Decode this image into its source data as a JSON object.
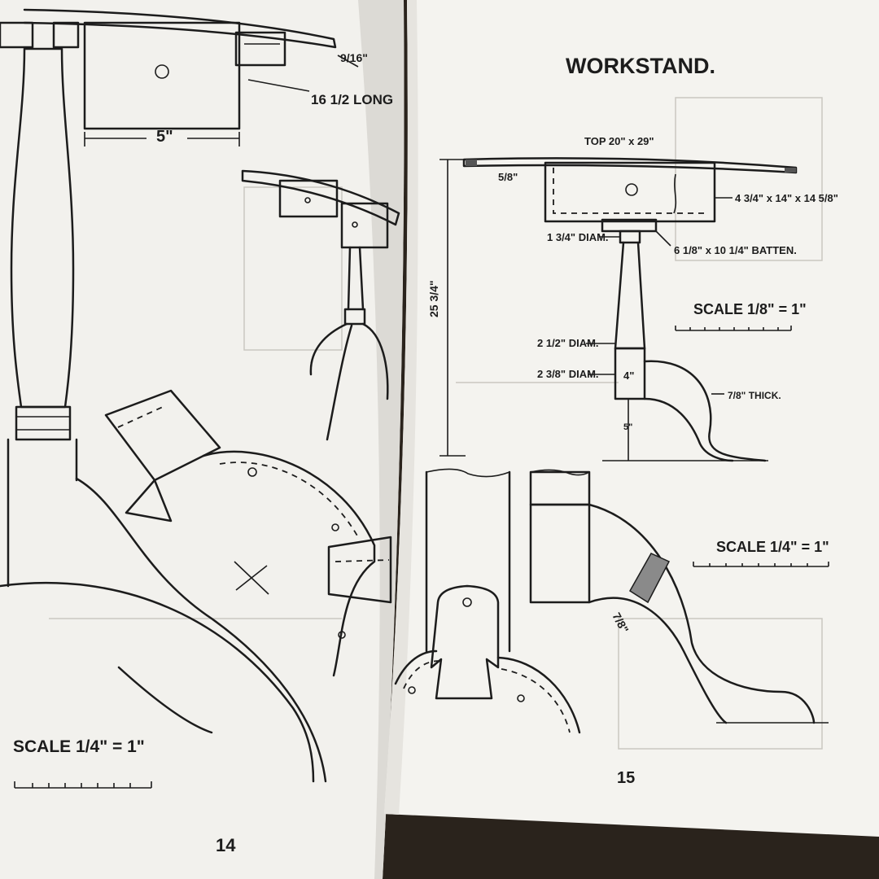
{
  "left_page": {
    "page_number": "14",
    "dim_thickness": "9/16\"",
    "dim_length": "16 1/2 LONG",
    "dim_width": "5\"",
    "scale_label": "SCALE 1/4\" = 1\""
  },
  "right_page": {
    "title": "WORKSTAND.",
    "page_number": "15",
    "top_label": "TOP 20\" x 29\"",
    "top_thickness": "5/8\"",
    "drawer_dims": "4 3/4\" x 14\" x 14 5/8\"",
    "pillar_top_diam": "1 3/4\" DIAM.",
    "batten": "6 1/8\" x 10 1/4\" BATTEN.",
    "height": "25 3/4\"",
    "diam_upper": "2 1/2\" DIAM.",
    "diam_lower": "2 3/8\" DIAM.",
    "foot_block": "4\"",
    "foot_clearance": "5\"",
    "leg_thickness": "7/8\" THICK.",
    "scale_upper": "SCALE 1/8\" = 1\"",
    "scale_lower": "SCALE 1/4\" = 1\"",
    "leg_section": "7/8\""
  },
  "colors": {
    "paper": "#f4f3ef",
    "ink": "#1c1c1c",
    "background": "#2a231c"
  }
}
